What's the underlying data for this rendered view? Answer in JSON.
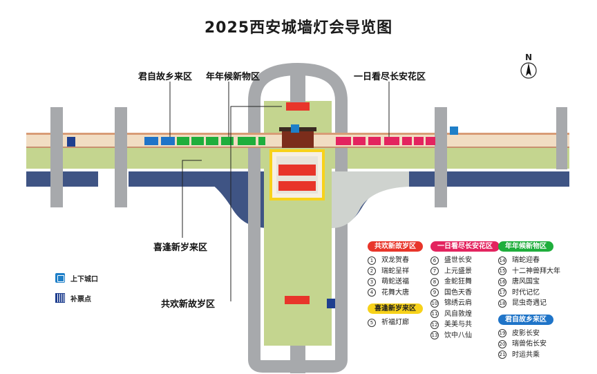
{
  "title": "2025西安城墙灯会导览图",
  "compass_label": "N",
  "zone_labels": {
    "top_left": "君自故乡来区",
    "top_middle": "年年候新物区",
    "top_right": "一日看尽长安花区",
    "middle_left": "喜逢新岁来区",
    "bottom_left": "共欢新故岁区"
  },
  "map_legend": [
    {
      "icon": "gate-icon",
      "label": "上下城口"
    },
    {
      "icon": "ticket-icon",
      "label": "补票点"
    }
  ],
  "colors": {
    "red_zone": "#e8352a",
    "pink_zone": "#e3245f",
    "green_zone": "#1fae3c",
    "blue_zone": "#1f74c8",
    "yellow_zone": "#f7d21a",
    "moat": "#3f5484",
    "grass": "#c4d58f",
    "wall": "#f1ddc3",
    "road": "#a7a9ac"
  },
  "zones": [
    {
      "name": "共欢新故岁区",
      "color": "#e8352a",
      "items": [
        {
          "no": "1",
          "name": "双龙贺春"
        },
        {
          "no": "2",
          "name": "瑞蛇呈祥"
        },
        {
          "no": "3",
          "name": "萌蛇送福"
        },
        {
          "no": "4",
          "name": "花舞大唐"
        }
      ]
    },
    {
      "name": "喜逢新岁来区",
      "color": "#f7d21a",
      "items": [
        {
          "no": "5",
          "name": "祈福灯廊"
        }
      ]
    },
    {
      "name": "一日看尽长安花区",
      "color": "#e3245f",
      "items": [
        {
          "no": "6",
          "name": "盛世长安"
        },
        {
          "no": "7",
          "name": "上元盛景"
        },
        {
          "no": "8",
          "name": "金蛇狂舞"
        },
        {
          "no": "9",
          "name": "国色天香"
        },
        {
          "no": "10",
          "name": "锦绣云肩"
        },
        {
          "no": "11",
          "name": "风自敦煌"
        },
        {
          "no": "12",
          "name": "美美与共"
        },
        {
          "no": "13",
          "name": "饮中八仙"
        }
      ]
    },
    {
      "name": "年年候新物区",
      "color": "#1fae3c",
      "items": [
        {
          "no": "14",
          "name": "瑞蛇迎春"
        },
        {
          "no": "15",
          "name": "十二神兽拜大年"
        },
        {
          "no": "16",
          "name": "唐风国宝"
        },
        {
          "no": "17",
          "name": "时代记忆"
        },
        {
          "no": "18",
          "name": "昆虫奇遇记"
        }
      ]
    },
    {
      "name": "君自故乡来区",
      "color": "#1f74c8",
      "items": [
        {
          "no": "19",
          "name": "皮影长安"
        },
        {
          "no": "20",
          "name": "瑞兽佑长安"
        },
        {
          "no": "21",
          "name": "时运共乘"
        }
      ]
    }
  ]
}
